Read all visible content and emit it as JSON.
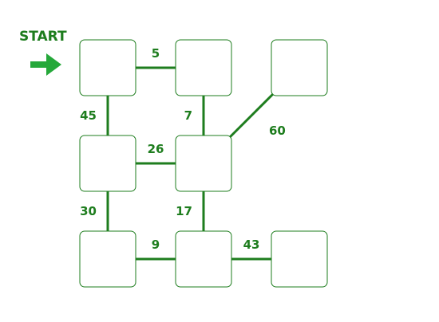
{
  "start_label": "START",
  "colors": {
    "primary": "#1e7d1e",
    "arrow": "#25a83a",
    "node_border": "#1e7d1e",
    "background": "#ffffff"
  },
  "graph": {
    "nodes": [
      {
        "id": "n1",
        "row": 0,
        "col": 0
      },
      {
        "id": "n2",
        "row": 0,
        "col": 1
      },
      {
        "id": "n3",
        "row": 0,
        "col": 2
      },
      {
        "id": "n4",
        "row": 1,
        "col": 0
      },
      {
        "id": "n5",
        "row": 1,
        "col": 1
      },
      {
        "id": "n6",
        "row": 2,
        "col": 0
      },
      {
        "id": "n7",
        "row": 2,
        "col": 1
      },
      {
        "id": "n8",
        "row": 2,
        "col": 2
      }
    ],
    "edges": [
      {
        "from": "n1",
        "to": "n2",
        "weight": "5"
      },
      {
        "from": "n1",
        "to": "n4",
        "weight": "45"
      },
      {
        "from": "n2",
        "to": "n5",
        "weight": "7"
      },
      {
        "from": "n5",
        "to": "n3",
        "weight": "60"
      },
      {
        "from": "n4",
        "to": "n5",
        "weight": "26"
      },
      {
        "from": "n4",
        "to": "n6",
        "weight": "30"
      },
      {
        "from": "n5",
        "to": "n7",
        "weight": "17"
      },
      {
        "from": "n6",
        "to": "n7",
        "weight": "9"
      },
      {
        "from": "n7",
        "to": "n8",
        "weight": "43"
      }
    ],
    "start_node": "n1"
  }
}
